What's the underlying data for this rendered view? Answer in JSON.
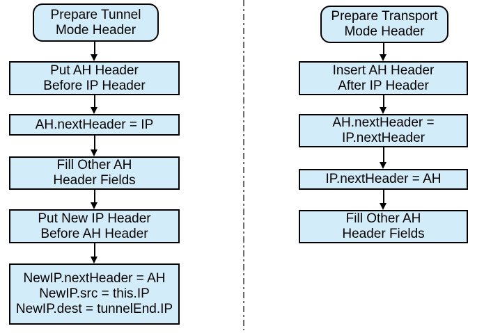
{
  "colors": {
    "node_fill": "#d3ecf9",
    "node_border": "#000000",
    "text": "#000000",
    "arrow": "#000000",
    "divider": "#6e6e6e"
  },
  "flows": {
    "left": {
      "nodes": [
        {
          "shape": "terminator",
          "lines": [
            "Prepare Tunnel",
            "Mode Header"
          ]
        },
        {
          "shape": "process",
          "lines": [
            "Put AH Header",
            "Before IP Header"
          ]
        },
        {
          "shape": "process",
          "lines": [
            "AH.nextHeader = IP"
          ]
        },
        {
          "shape": "process",
          "lines": [
            "Fill Other AH",
            "Header Fields"
          ]
        },
        {
          "shape": "process",
          "lines": [
            "Put New IP Header",
            "Before AH Header"
          ]
        },
        {
          "shape": "process",
          "lines": [
            "NewIP.nextHeader = AH",
            "NewIP.src = this.IP",
            "NewIP.dest = tunnelEnd.IP"
          ]
        }
      ]
    },
    "right": {
      "nodes": [
        {
          "shape": "terminator",
          "lines": [
            "Prepare Transport",
            "Mode Header"
          ]
        },
        {
          "shape": "process",
          "lines": [
            "Insert AH Header",
            "After IP Header"
          ]
        },
        {
          "shape": "process",
          "lines": [
            "AH.nextHeader =",
            "IP.nextHeader"
          ]
        },
        {
          "shape": "process",
          "lines": [
            "IP.nextHeader = AH"
          ]
        },
        {
          "shape": "process",
          "lines": [
            "Fill Other AH",
            "Header Fields"
          ]
        }
      ]
    }
  }
}
